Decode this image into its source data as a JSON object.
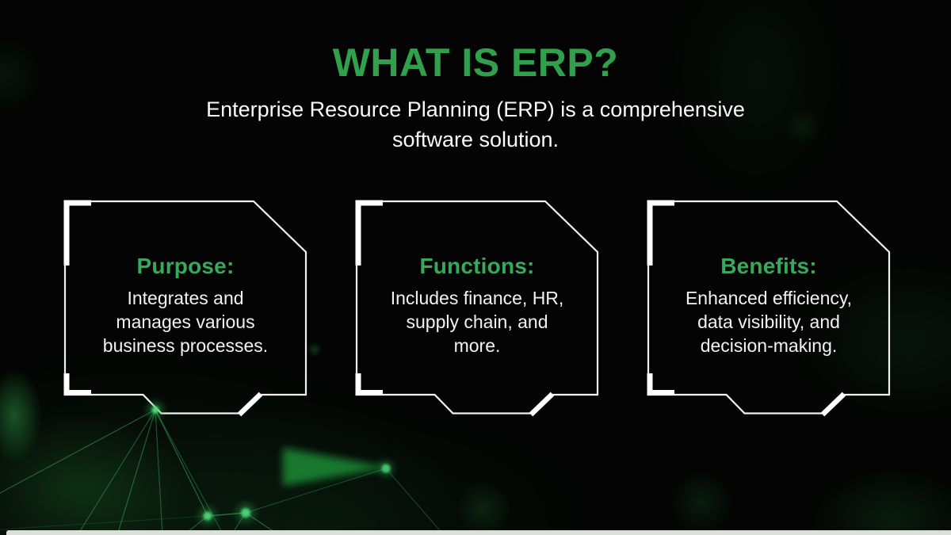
{
  "slide": {
    "title": "WHAT IS ERP?",
    "subtitle": "Enterprise Resource Planning (ERP) is a comprehensive\nsoftware solution."
  },
  "cards": [
    {
      "heading": "Purpose:",
      "body": "Integrates and\nmanages various\nbusiness processes."
    },
    {
      "heading": "Functions:",
      "body": "Includes finance, HR,\nsupply chain, and\nmore."
    },
    {
      "heading": "Benefits:",
      "body": "Enhanced efficiency,\ndata visibility, and\ndecision-making."
    }
  ],
  "colors": {
    "title_green": "#30A04C",
    "heading_green": "#3AA85A",
    "body_text": "#F2F2F2",
    "frame_white": "#F1F1F1",
    "background": "#030403",
    "network_green": "#3FBD66",
    "bottom_bar": "#DCDEDC"
  }
}
